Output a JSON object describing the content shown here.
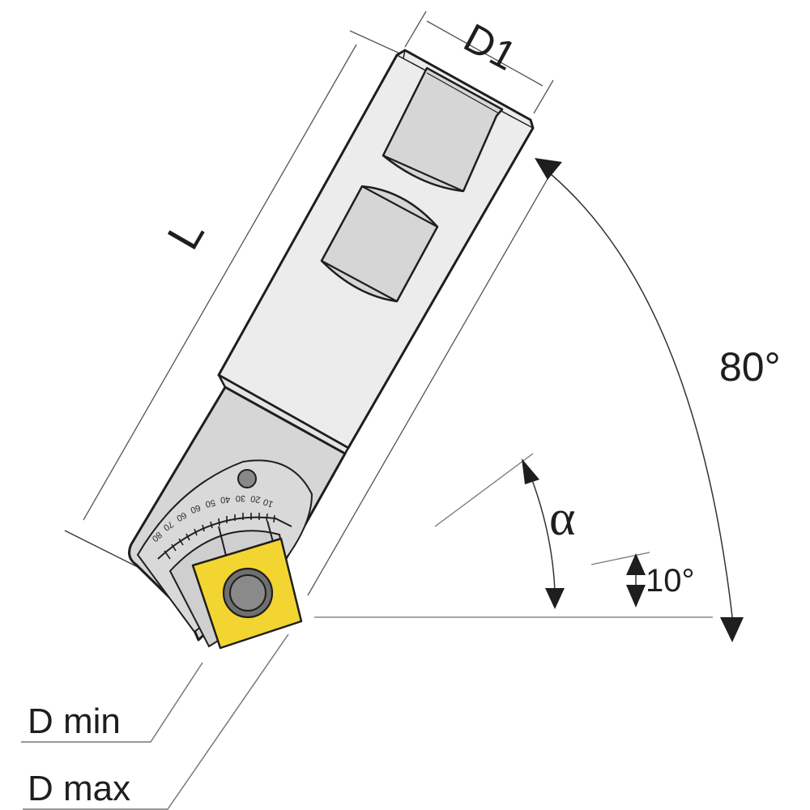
{
  "diagram": {
    "type": "boring-bar tool head technical drawing",
    "colors": {
      "body_light": "#ececec",
      "body_mid": "#d6d6d6",
      "insert": "#f3d531",
      "screw_outer": "#6f6f6f",
      "screw_inner": "#8a8a8a",
      "outline": "#1e1e1e",
      "dimension_line": "#555555"
    },
    "dimensions": {
      "length": "L",
      "shank_diameter": "D1",
      "min_diameter": "D min",
      "max_diameter": "D max"
    },
    "angles": {
      "max_angle": "80°",
      "alpha": "α",
      "min_angle": "10°"
    },
    "scale_labels": [
      "10",
      "20",
      "30",
      "40",
      "40",
      "50",
      "60",
      "60",
      "70",
      "80"
    ]
  }
}
